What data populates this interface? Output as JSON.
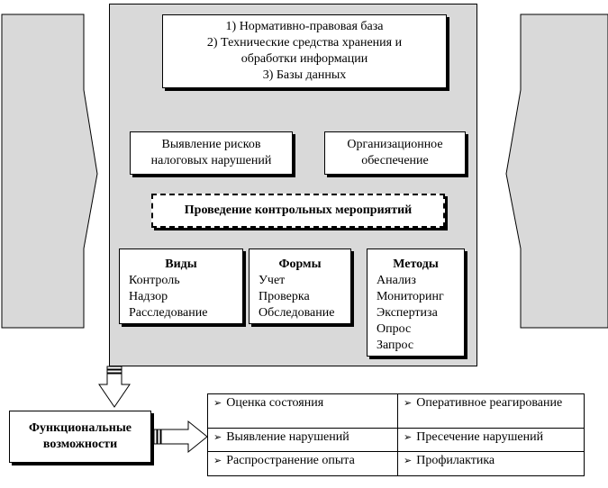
{
  "top_box": {
    "lines": [
      "1) Нормативно-правовая база",
      "2) Технические средства хранения и",
      "обработки информации",
      "3) Базы данных"
    ]
  },
  "middle_boxes": {
    "left": [
      "Выявление рисков",
      "налоговых нарушений"
    ],
    "right": [
      "Организационное",
      "обеспечение"
    ]
  },
  "dashed_box": {
    "label": "Проведение контрольных мероприятий"
  },
  "types": {
    "title": "Виды",
    "items": [
      "Контроль",
      "Надзор",
      "Расследование"
    ]
  },
  "forms": {
    "title": "Формы",
    "items": [
      "Учет",
      "Проверка",
      "Обследование"
    ]
  },
  "methods": {
    "title": "Методы",
    "items": [
      "Анализ",
      "Мониторинг",
      "Экспертиза",
      "Опрос",
      "Запрос"
    ]
  },
  "functional_box": {
    "lines": [
      "Функциональные",
      "возможности"
    ]
  },
  "capabilities": {
    "bullet": "➢",
    "cells": [
      [
        "Оценка состояния",
        "Оперативное реагирование"
      ],
      [
        "Выявление нарушений",
        "Пресечение нарушений"
      ],
      [
        "Распространение опыта",
        "Профилактика"
      ]
    ]
  }
}
